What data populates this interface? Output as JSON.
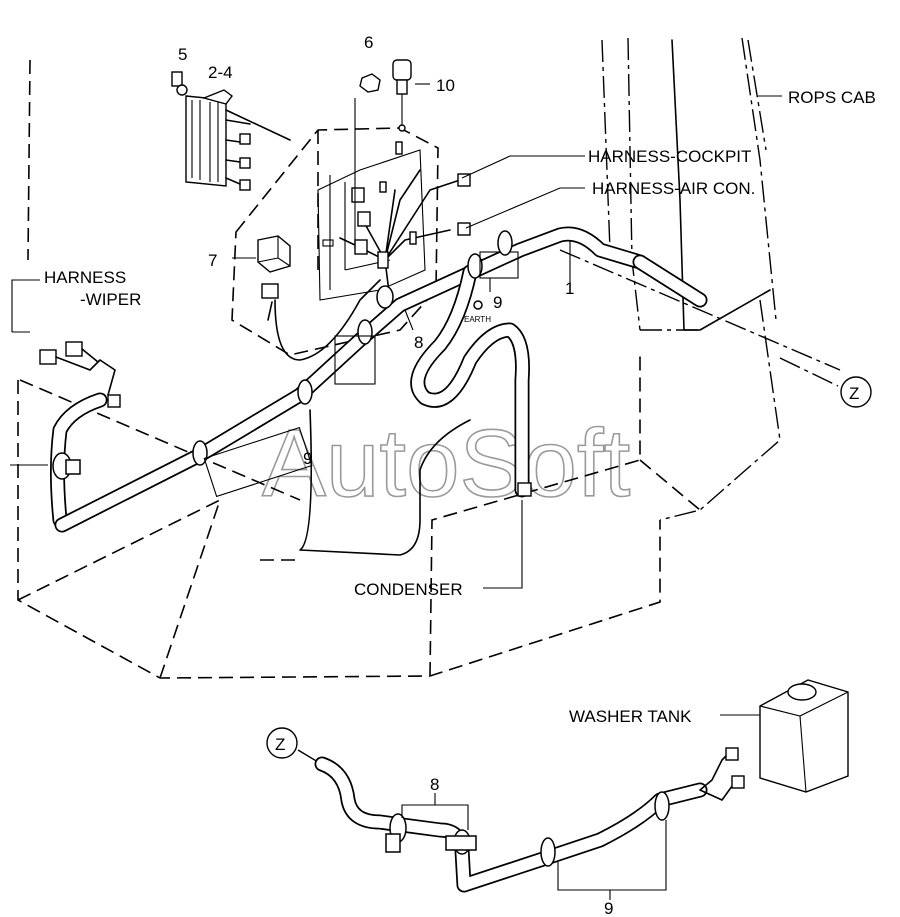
{
  "labels": {
    "rops_cab": "ROPS CAB",
    "harness_cockpit": "HARNESS-COCKPIT",
    "harness_air_con": "HARNESS-AIR CON.",
    "harness_wiper_line1": "HARNESS",
    "harness_wiper_line2": "-WIPER",
    "condenser": "CONDENSER",
    "washer_tank": "WASHER TANK",
    "earth": "EARTH"
  },
  "callouts": {
    "n5": "5",
    "n2_4": "2-4",
    "n6": "6",
    "n10": "10",
    "n7": "7",
    "n1": "1",
    "n9_top": "9",
    "n8_top": "8",
    "n9_mid": "9",
    "n8_bottom": "8",
    "n9_bottom": "9"
  },
  "reference_marks": {
    "z_top": "Z",
    "z_bottom": "Z"
  },
  "watermark": "AutoSoft"
}
